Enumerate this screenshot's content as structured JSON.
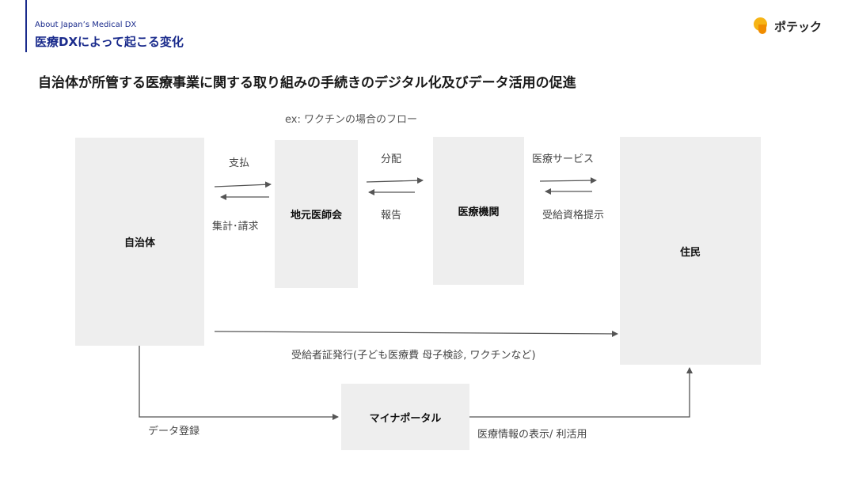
{
  "header": {
    "subtitle": "About Japan’s Medical DX",
    "title": "医療DXによって起こる変化"
  },
  "logo": {
    "text": "ポテック"
  },
  "main_title": "自治体が所管する医療事業に関する取り組みの手続きのデジタル化及びデータ活用の促進",
  "caption": "ex: ワクチンの場合のフロー",
  "nodes": {
    "municipality": "自治体",
    "medical_association": "地元医師会",
    "medical_institution": "医療機関",
    "residents": "住民",
    "mynaportal": "マイナポータル"
  },
  "edge_labels": {
    "payment": "支払",
    "tally_claim": "集計･請求",
    "distribution": "分配",
    "report": "報告",
    "medical_service": "医療サービス",
    "eligibility": "受給資格提示",
    "certificate_issue": "受給者証発行(子ども医療費 母子検診, ワクチンなど)",
    "data_registration": "データ登録",
    "info_display": "医療情報の表示/ 利活用"
  },
  "colors": {
    "accent": "#1a2b8c",
    "box_fill": "#eeeeee",
    "arrow": "#555555",
    "logo_yellow": "#f6b415",
    "logo_orange": "#f08c00"
  }
}
